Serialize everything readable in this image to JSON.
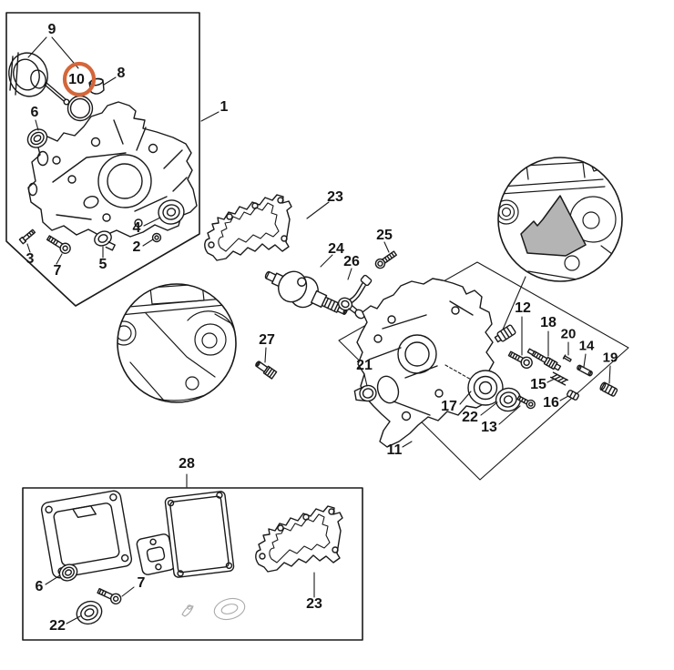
{
  "diagram": {
    "description": "Exploded parts diagram of a chainsaw crankcase assembly with numbered callouts",
    "background_color": "#ffffff",
    "line_color": "#1a1a1a",
    "highlight": {
      "part": "10",
      "ring_color": "#d4663a"
    },
    "detail_fill_color": "#b4b4b4",
    "faint_line_color": "#aaaaaa"
  },
  "callouts": {
    "p1": "1",
    "p2": "2",
    "p3": "3",
    "p4": "4",
    "p5": "5",
    "p6": "6",
    "p7": "7",
    "p8": "8",
    "p9": "9",
    "p10": "10",
    "p11": "11",
    "p12": "12",
    "p13": "13",
    "p14": "14",
    "p15": "15",
    "p16": "16",
    "p17": "17",
    "p18": "18",
    "p19": "19",
    "p20": "20",
    "p21": "21",
    "p22": "22",
    "p23": "23",
    "p24": "24",
    "p25": "25",
    "p26": "26",
    "p27": "27",
    "p28": "28"
  }
}
